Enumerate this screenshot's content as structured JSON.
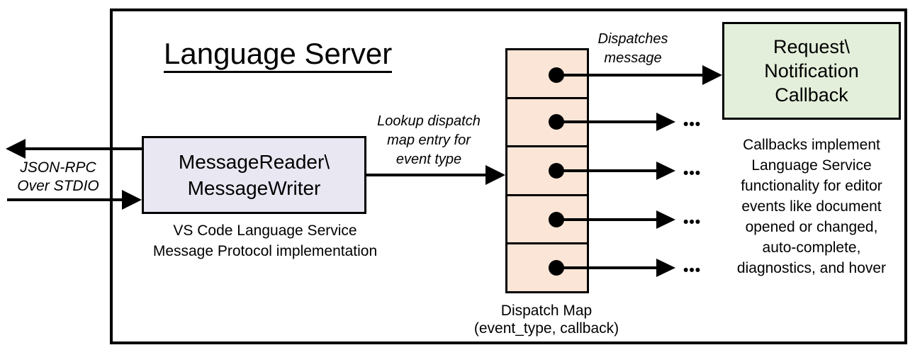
{
  "title": "Language Server",
  "io": {
    "line1": "JSON-RPC",
    "line2": "Over STDIO"
  },
  "message_box": {
    "line1": "MessageReader\\",
    "line2": "MessageWriter"
  },
  "message_caption": {
    "line1": "VS Code Language Service",
    "line2": "Message Protocol implementation"
  },
  "lookup": {
    "line1": "Lookup dispatch",
    "line2": "map entry for",
    "line3": "event type"
  },
  "dispatches": {
    "line1": "Dispatches",
    "line2": "message"
  },
  "callback_box": {
    "line1": "Request\\",
    "line2": "Notification",
    "line3": "Callback"
  },
  "note": {
    "lines": [
      "Callbacks implement",
      "Language Service",
      "functionality for editor",
      "events like document",
      "opened or changed,",
      "auto-complete,",
      "diagnostics, and hover"
    ]
  },
  "dispatch_map": {
    "label1": "Dispatch Map",
    "label2": "(event_type, callback)",
    "row_count": 5
  },
  "ellipsis": "•••",
  "colors": {
    "message_box_fill": "#e9e7f2",
    "dispatch_fill": "#fbe5d6",
    "callback_fill": "#e3efda",
    "line_color": "#000000"
  }
}
